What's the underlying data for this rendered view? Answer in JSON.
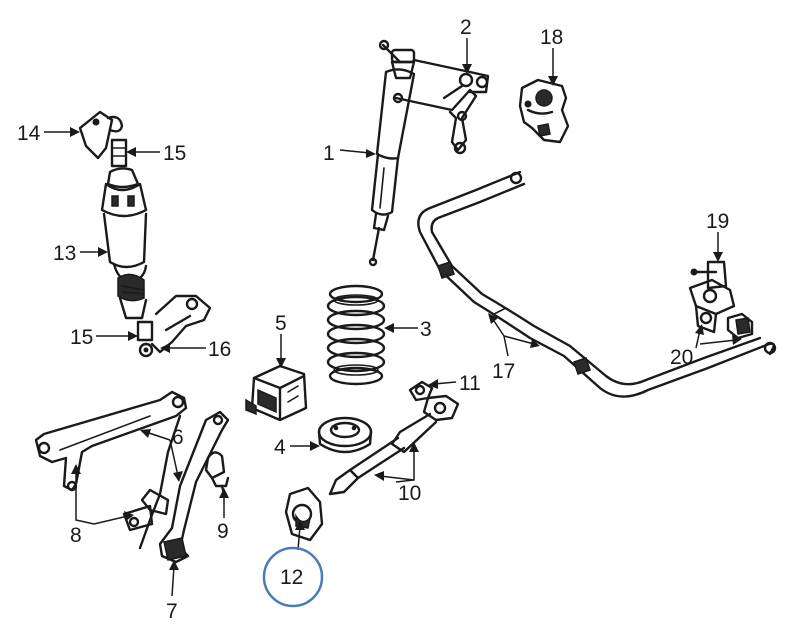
{
  "labels": {
    "p1": "1",
    "p2": "2",
    "p3": "3",
    "p4": "4",
    "p5": "5",
    "p6": "6",
    "p7": "7",
    "p8": "8",
    "p9": "9",
    "p10": "10",
    "p11": "11",
    "p12": "12",
    "p13": "13",
    "p14": "14",
    "p15a": "15",
    "p15b": "15",
    "p16": "16",
    "p17": "17",
    "p18": "18",
    "p19": "19",
    "p20": "20"
  },
  "colors": {
    "ink": "#1a1a1a",
    "highlight_circle": "#4a7bb7"
  }
}
